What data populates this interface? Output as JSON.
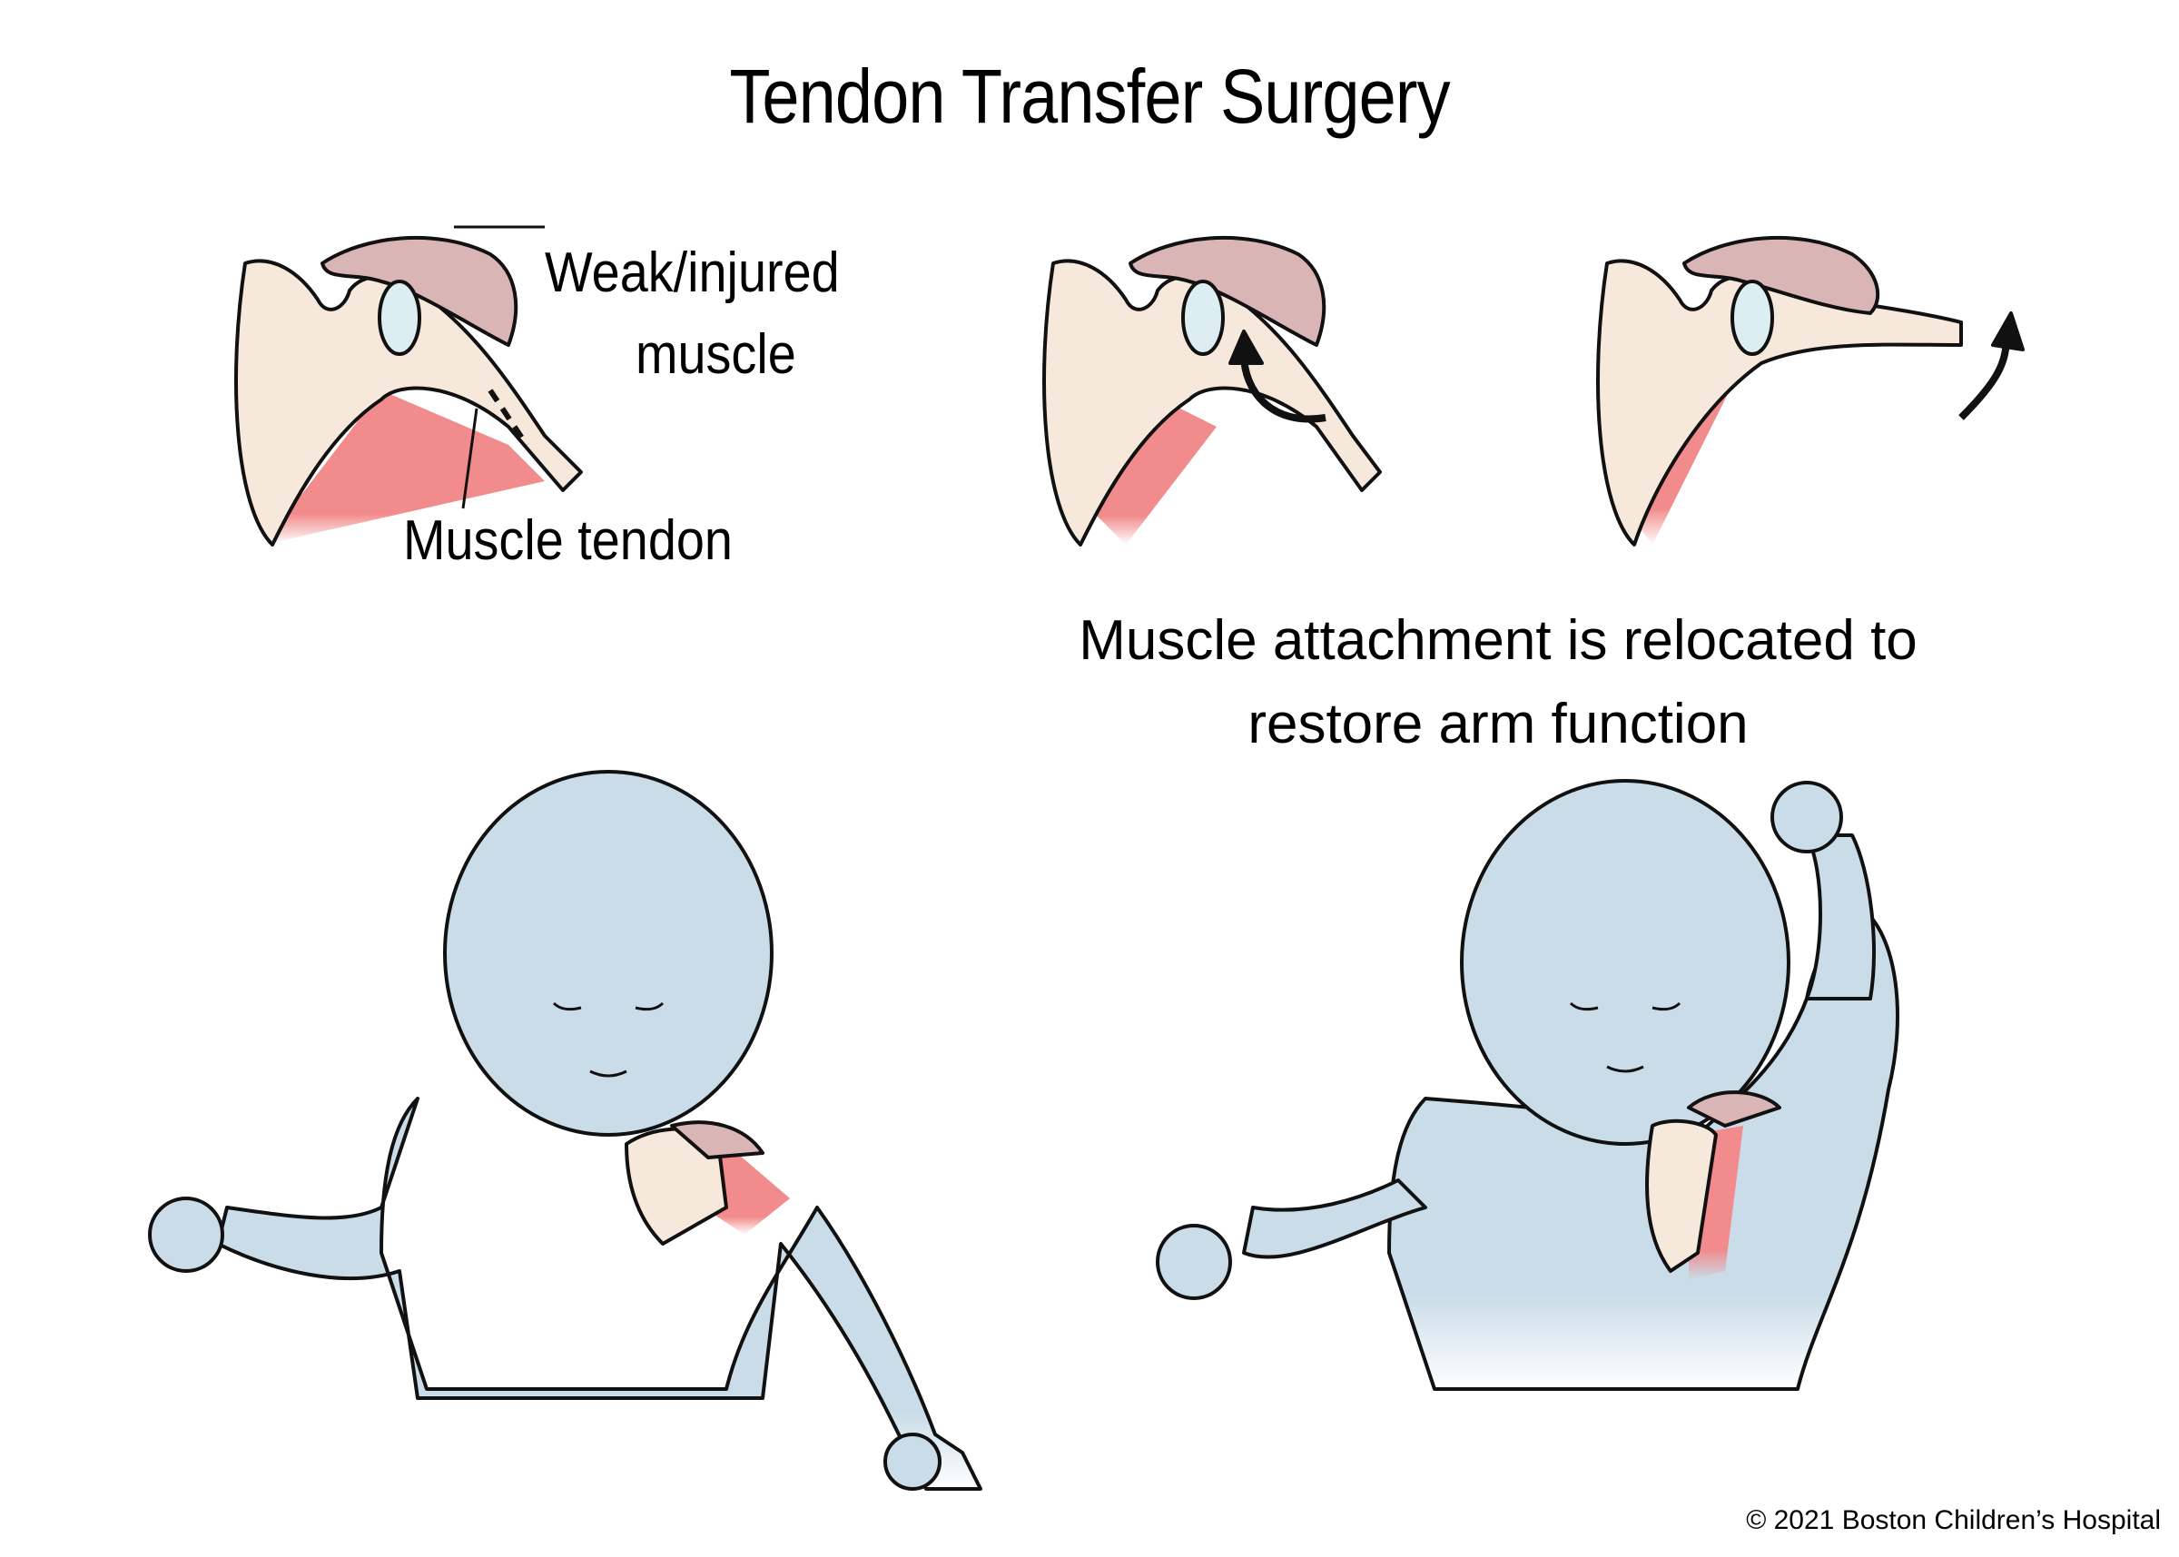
{
  "title": "Tendon Transfer Surgery",
  "labels": {
    "weak_injured_line1": "Weak/injured",
    "weak_injured_line2": "muscle",
    "muscle_tendon": "Muscle tendon"
  },
  "caption": {
    "line1": "Muscle attachment is relocated to",
    "line2": "restore arm function"
  },
  "copyright": "© 2021 Boston Children’s Hospital",
  "panels": [
    {
      "name": "before-shoulder",
      "description": "Shoulder with weak/injured muscle and muscle tendon marked for cut"
    },
    {
      "name": "transfer-shoulder",
      "description": "Muscle tendon moved upward (curved arrow)"
    },
    {
      "name": "after-shoulder",
      "description": "Arm raised after tendon transfer (curved arrow up)"
    },
    {
      "name": "baby-before",
      "description": "Infant with arm hanging down"
    },
    {
      "name": "baby-after",
      "description": "Infant with arm raised overhead"
    }
  ],
  "colors": {
    "bone": "#f7e8dc",
    "weak_muscle": "#d9b5b5",
    "healthy_muscle": "#f28b8b",
    "cartilage": "#ddeef2",
    "skin": "#c9dce8",
    "outline": "#111111"
  }
}
